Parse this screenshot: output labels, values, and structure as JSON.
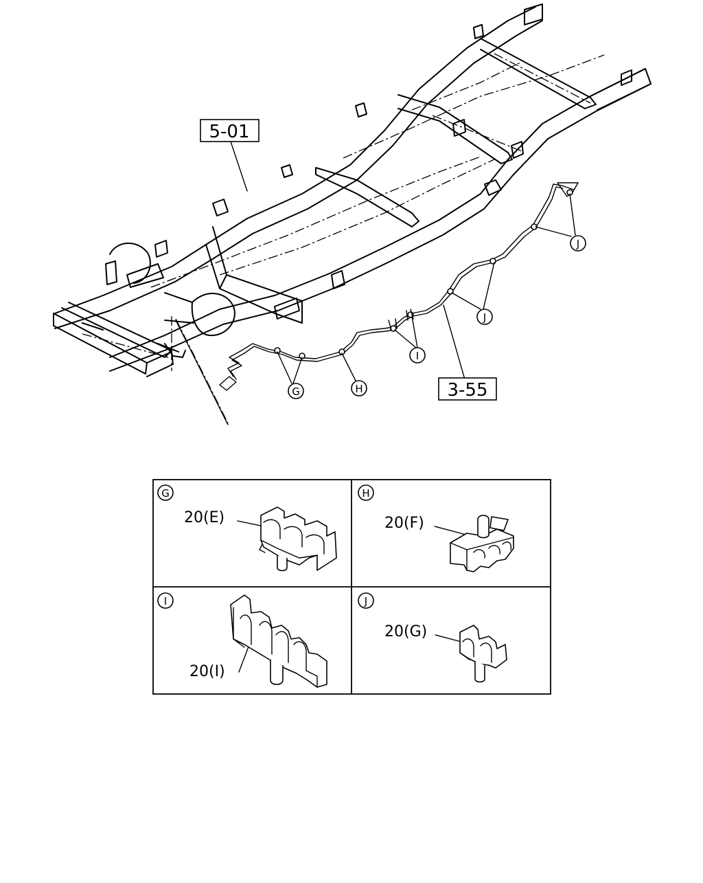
{
  "refs": {
    "frame": "5-01",
    "pipe": "3-55"
  },
  "callouts": {
    "g": "G",
    "h": "H",
    "i": "I",
    "j1": "J",
    "j2": "J"
  },
  "details": [
    {
      "letter": "G",
      "part": "20(E)"
    },
    {
      "letter": "H",
      "part": "20(F)"
    },
    {
      "letter": "I",
      "part": "20(I)"
    },
    {
      "letter": "J",
      "part": "20(G)"
    }
  ]
}
